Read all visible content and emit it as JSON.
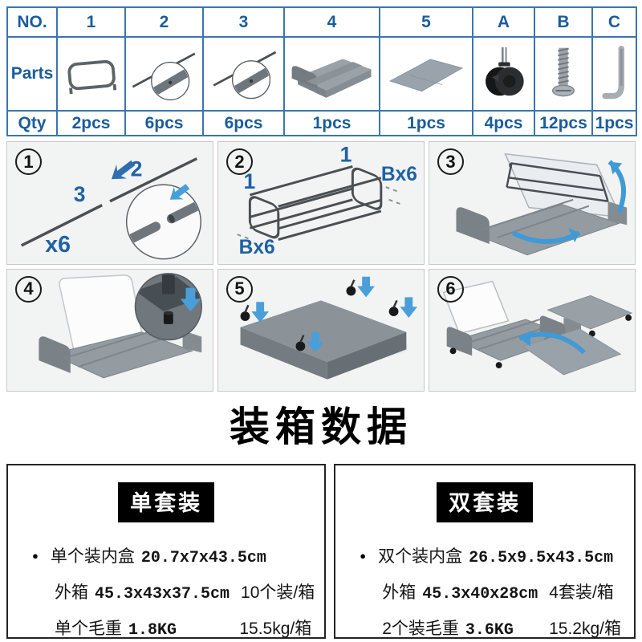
{
  "colors": {
    "table_border": "#3a76ae",
    "table_text": "#1a5c9c",
    "step_label_blue": "#1f62a5",
    "arrow_dark_blue": "#2f6fb0",
    "arrow_light_blue": "#45a0da",
    "part_gray": "#8d959b",
    "badge_bg": "#000000",
    "badge_text": "#ffffff",
    "panel_bg": "#f2f3f3"
  },
  "parts_table": {
    "no_label": "NO.",
    "parts_label": "Parts",
    "qty_label": "Qty",
    "columns": [
      {
        "no": "1",
        "qty": "2pcs",
        "icon": "rail-frame-icon"
      },
      {
        "no": "2",
        "qty": "6pcs",
        "icon": "long-rod-icon"
      },
      {
        "no": "3",
        "qty": "6pcs",
        "icon": "long-rod-icon"
      },
      {
        "no": "4",
        "qty": "1pcs",
        "icon": "tray-icon"
      },
      {
        "no": "5",
        "qty": "1pcs",
        "icon": "board-sheet-icon"
      },
      {
        "no": "A",
        "qty": "4pcs",
        "icon": "caster-wheel-icon"
      },
      {
        "no": "B",
        "qty": "12pcs",
        "icon": "screw-icon"
      },
      {
        "no": "C",
        "qty": "1pcs",
        "icon": "hex-key-icon"
      }
    ]
  },
  "steps": {
    "step1": {
      "number": "1",
      "label_part2": "2",
      "label_part3": "3",
      "label_count": "x6"
    },
    "step2": {
      "number": "2",
      "label_left_part": "1",
      "label_right_part": "1",
      "label_screws_left": "Bx6",
      "label_screws_right": "Bx6"
    },
    "step3": {
      "number": "3"
    },
    "step4": {
      "number": "4"
    },
    "step5": {
      "number": "5"
    },
    "step6": {
      "number": "6"
    }
  },
  "title": "装箱数据",
  "packing": {
    "single": {
      "badge": "单套装",
      "bullet": "●",
      "line1_label": "单个装内盒",
      "line1_dims": "20.7x7x43.5cm",
      "line2_label": "外箱",
      "line2_dims": "45.3x43x37.5cm",
      "line2_per": "10个装/箱",
      "line3_label": "单个毛重",
      "line3_weight": "1.8KG",
      "line3_per": "15.5kg/箱"
    },
    "double": {
      "badge": "双套装",
      "bullet": "●",
      "line1_label": "双个装内盒",
      "line1_dims": "26.5x9.5x43.5cm",
      "line2_label": "外箱",
      "line2_dims": "45.3x40x28cm",
      "line2_per": "4套装/箱",
      "line3_label": "2个装毛重",
      "line3_weight": "3.6KG",
      "line3_per": "15.2kg/箱"
    }
  }
}
